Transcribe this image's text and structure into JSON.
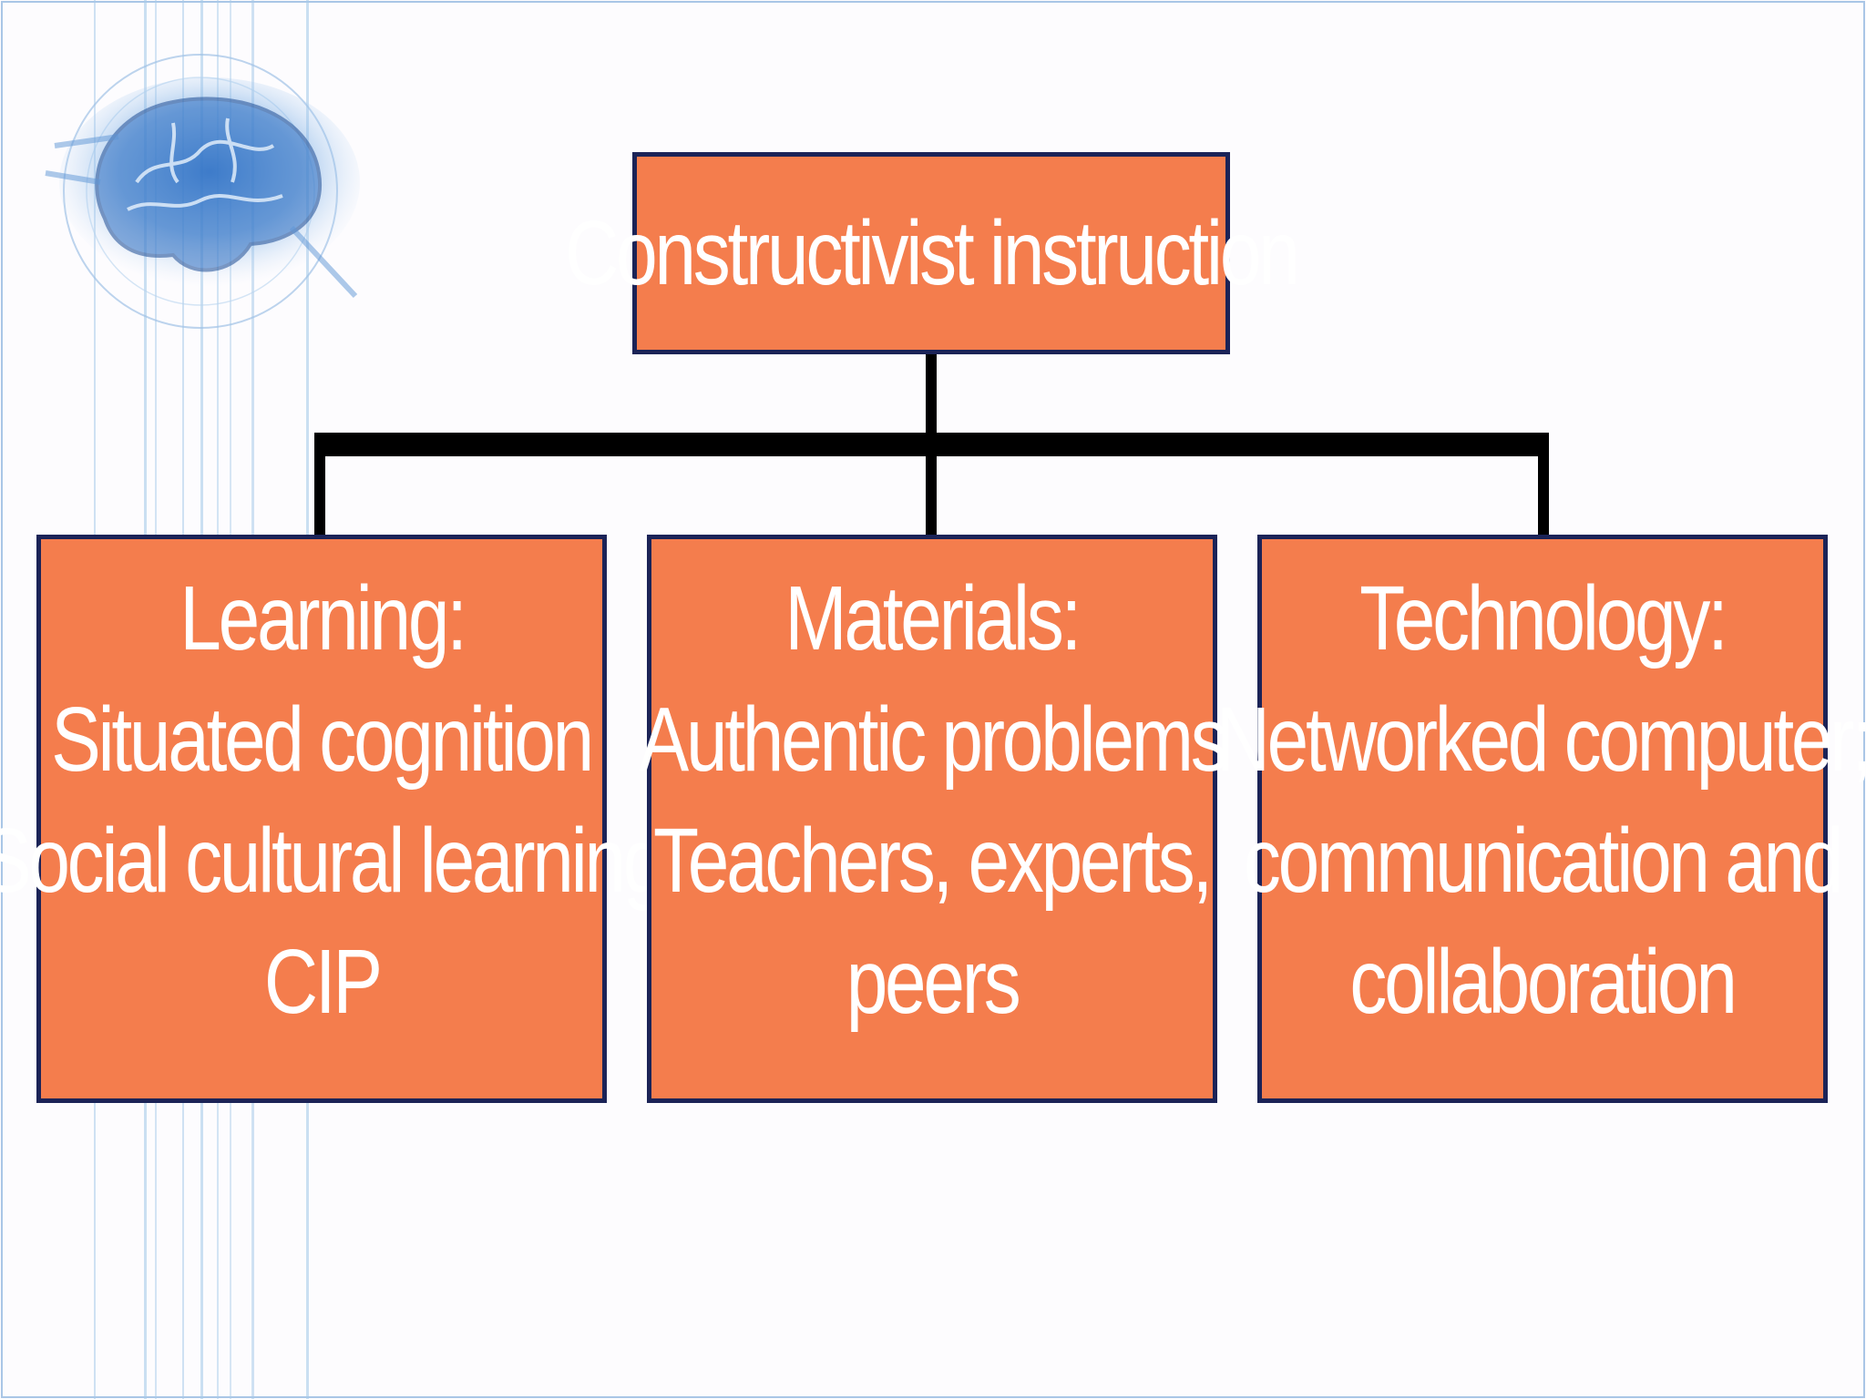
{
  "diagram": {
    "root": {
      "label": "Constructivist instruction"
    },
    "children": [
      {
        "id": "learning",
        "lines": [
          "Learning:",
          "Situated cognition",
          "Social cultural learning",
          "CIP"
        ]
      },
      {
        "id": "materials",
        "lines": [
          "Materials:",
          "Authentic problems",
          "Teachers, experts,",
          "peers"
        ]
      },
      {
        "id": "technology",
        "lines": [
          "Technology:",
          "Networked computer;",
          "communication and",
          "collaboration"
        ]
      }
    ]
  },
  "colors": {
    "box_fill": "#f47d4d",
    "box_border": "#1b2357",
    "box_text": "#ffffff",
    "connector": "#000000",
    "background": "#fdfcfe",
    "decor_lines": "#a9cbe9"
  },
  "decor": {
    "icon": "brain-icon"
  }
}
